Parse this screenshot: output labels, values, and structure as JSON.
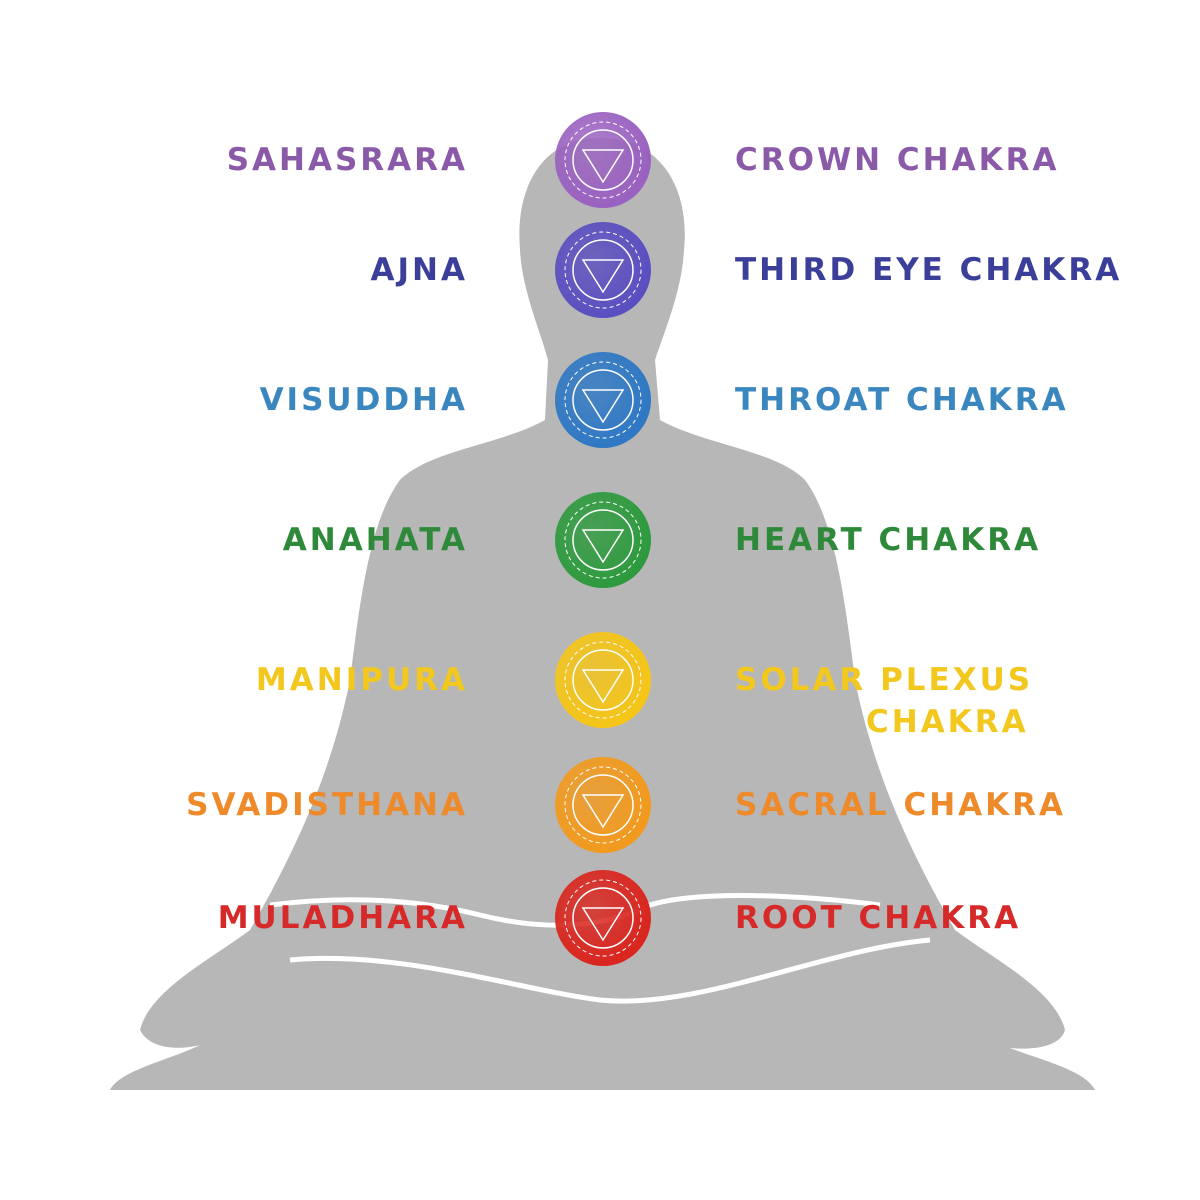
{
  "chakras": [
    {
      "sanskrit": "SAHASRARA",
      "english": "CROWN CHAKRA",
      "color": "#8a5aa8",
      "fill": "#9a62c0",
      "icon": "crown-chakra-icon"
    },
    {
      "sanskrit": "AJNA",
      "english": "THIRD EYE CHAKRA",
      "color": "#3b3f99",
      "fill": "#5a4fc0",
      "icon": "third-eye-chakra-icon"
    },
    {
      "sanskrit": "VISUDDHA",
      "english": "THROAT CHAKRA",
      "color": "#3a86bf",
      "fill": "#2f78c4",
      "icon": "throat-chakra-icon"
    },
    {
      "sanskrit": "ANAHATA",
      "english": "HEART CHAKRA",
      "color": "#2e8a3a",
      "fill": "#2e9a3e",
      "icon": "heart-chakra-icon"
    },
    {
      "sanskrit": "MANIPURA",
      "english": "SOLAR PLEXUS",
      "english2": "CHAKRA",
      "color": "#f2c81e",
      "fill": "#f5c518",
      "icon": "solar-plexus-chakra-icon"
    },
    {
      "sanskrit": "SVADISTHANA",
      "english": "SACRAL CHAKRA",
      "color": "#ee8a2a",
      "fill": "#f29a1e",
      "icon": "sacral-chakra-icon"
    },
    {
      "sanskrit": "MULADHARA",
      "english": "ROOT CHAKRA",
      "color": "#d62a2a",
      "fill": "#d9261f",
      "icon": "root-chakra-icon"
    }
  ],
  "silhouette_color": "#b7b7b7"
}
